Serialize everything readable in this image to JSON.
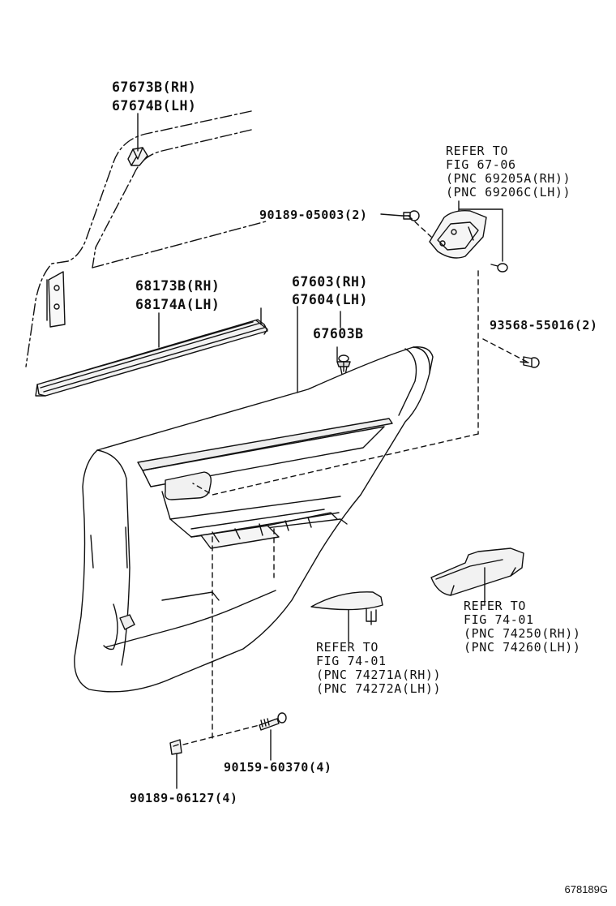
{
  "parts": {
    "p67673b": "67673B(RH)",
    "p67674b": "67674B(LH)",
    "p68173b": "68173B(RH)",
    "p68174a": "68174A(LH)",
    "p67603": "67603(RH)",
    "p67604": "67604(LH)",
    "p67603b": "67603B",
    "p90189_05003": "90189-05003(2)",
    "p93568_55016": "93568-55016(2)",
    "p90159_60370": "90159-60370(4)",
    "p90189_06127": "90189-06127(4)"
  },
  "refs": {
    "handle": [
      "REFER TO",
      "FIG 67-06",
      "(PNC 69205A(RH))",
      "(PNC 69206C(LH))"
    ],
    "armrest": [
      "REFER TO",
      "FIG 74-01",
      "(PNC 74250(RH))",
      "(PNC 74260(LH))"
    ],
    "cover": [
      "REFER TO",
      "FIG 74-01",
      "(PNC 74271A(RH))",
      "(PNC 74272A(LH))"
    ]
  },
  "figure_id": "678189G",
  "colors": {
    "ink": "#111111",
    "background": "#ffffff"
  }
}
